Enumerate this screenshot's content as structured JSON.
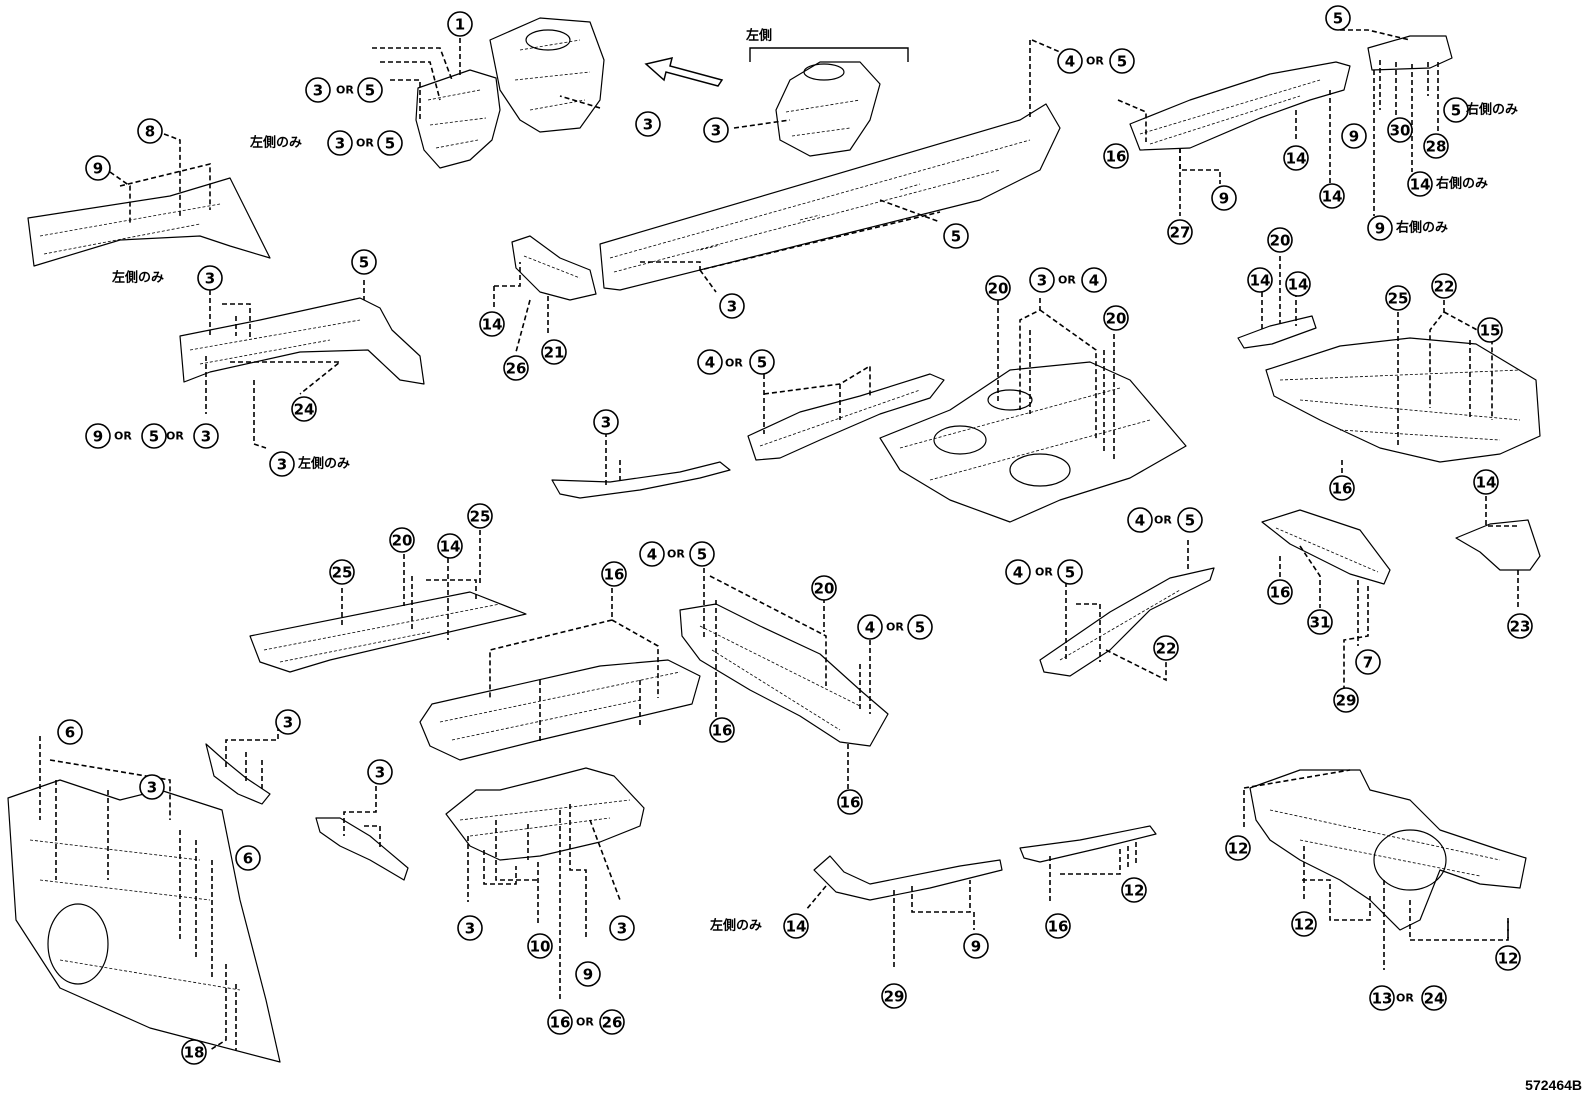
{
  "diagram": {
    "code": "572464B",
    "side_title": "左側",
    "notes": {
      "left_only": "左側のみ",
      "right_only": "右側のみ"
    },
    "or_label": "OR",
    "callouts": [
      {
        "n": "1"
      },
      {
        "n": "3"
      },
      {
        "n": "5"
      },
      {
        "n": "3"
      },
      {
        "n": "5"
      },
      {
        "n": "3"
      },
      {
        "n": "3"
      },
      {
        "n": "8"
      },
      {
        "n": "9"
      },
      {
        "n": "3"
      },
      {
        "n": "5"
      },
      {
        "n": "3"
      },
      {
        "n": "5"
      },
      {
        "n": "9"
      },
      {
        "n": "24"
      },
      {
        "n": "3"
      },
      {
        "n": "4"
      },
      {
        "n": "5"
      },
      {
        "n": "5"
      },
      {
        "n": "3"
      },
      {
        "n": "14"
      },
      {
        "n": "26"
      },
      {
        "n": "21"
      },
      {
        "n": "5"
      },
      {
        "n": "16"
      },
      {
        "n": "14"
      },
      {
        "n": "9"
      },
      {
        "n": "14"
      },
      {
        "n": "9"
      },
      {
        "n": "27"
      },
      {
        "n": "5"
      },
      {
        "n": "30"
      },
      {
        "n": "28"
      },
      {
        "n": "14"
      },
      {
        "n": "9"
      },
      {
        "n": "20"
      },
      {
        "n": "3"
      },
      {
        "n": "4"
      },
      {
        "n": "20"
      },
      {
        "n": "4"
      },
      {
        "n": "5"
      },
      {
        "n": "3"
      },
      {
        "n": "20"
      },
      {
        "n": "14"
      },
      {
        "n": "14"
      },
      {
        "n": "25"
      },
      {
        "n": "22"
      },
      {
        "n": "15"
      },
      {
        "n": "16"
      },
      {
        "n": "25"
      },
      {
        "n": "20"
      },
      {
        "n": "14"
      },
      {
        "n": "25"
      },
      {
        "n": "16"
      },
      {
        "n": "4"
      },
      {
        "n": "5"
      },
      {
        "n": "20"
      },
      {
        "n": "4"
      },
      {
        "n": "5"
      },
      {
        "n": "16"
      },
      {
        "n": "16"
      },
      {
        "n": "4"
      },
      {
        "n": "5"
      },
      {
        "n": "4"
      },
      {
        "n": "5"
      },
      {
        "n": "22"
      },
      {
        "n": "16"
      },
      {
        "n": "31"
      },
      {
        "n": "7"
      },
      {
        "n": "29"
      },
      {
        "n": "14"
      },
      {
        "n": "23"
      },
      {
        "n": "6"
      },
      {
        "n": "3"
      },
      {
        "n": "6"
      },
      {
        "n": "18"
      },
      {
        "n": "3"
      },
      {
        "n": "3"
      },
      {
        "n": "3"
      },
      {
        "n": "10"
      },
      {
        "n": "9"
      },
      {
        "n": "16"
      },
      {
        "n": "26"
      },
      {
        "n": "3"
      },
      {
        "n": "14"
      },
      {
        "n": "29"
      },
      {
        "n": "9"
      },
      {
        "n": "16"
      },
      {
        "n": "12"
      },
      {
        "n": "12"
      },
      {
        "n": "12"
      },
      {
        "n": "12"
      },
      {
        "n": "13"
      },
      {
        "n": "24"
      }
    ]
  }
}
